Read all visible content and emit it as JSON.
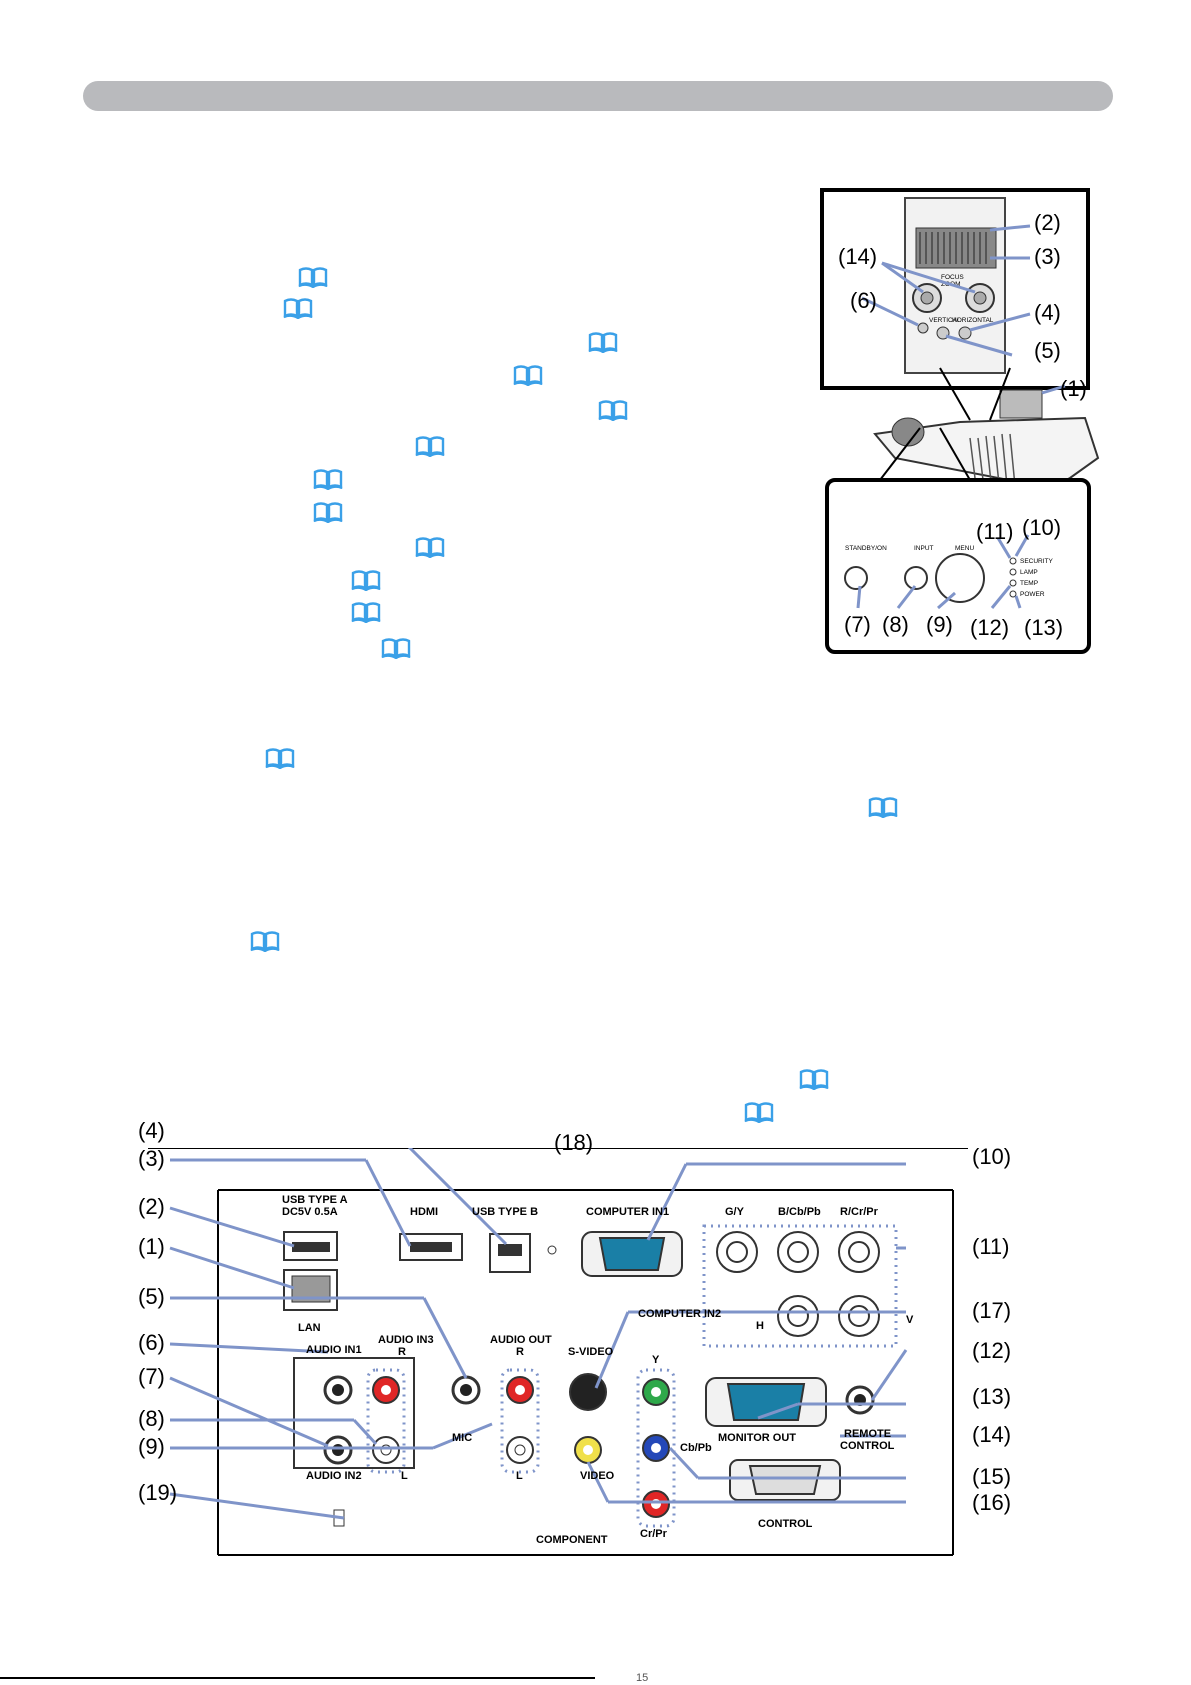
{
  "projector_callouts": [
    "(1)",
    "(2)",
    "(3)",
    "(4)",
    "(5)",
    "(6)",
    "(7)",
    "(8)",
    "(9)",
    "(10)",
    "(11)",
    "(12)",
    "(13)",
    "(14)"
  ],
  "control_panel": {
    "standby_on": "STANDBY/ON",
    "input": "INPUT",
    "menu": "MENU",
    "security": "SECURITY",
    "lamp": "LAMP",
    "temp": "TEMP",
    "power": "POWER",
    "focus": "FOCUS",
    "zoom": "ZOOM",
    "vertical": "VERTICAL",
    "horizontal": "HORIZONTAL"
  },
  "rear_panel": {
    "callouts": [
      "(1)",
      "(2)",
      "(3)",
      "(4)",
      "(5)",
      "(6)",
      "(7)",
      "(8)",
      "(9)",
      "(10)",
      "(11)",
      "(12)",
      "(13)",
      "(14)",
      "(15)",
      "(16)",
      "(17)",
      "(18)",
      "(19)"
    ],
    "labels": {
      "usb_type_a": "USB TYPE A",
      "dc5v": "DC5V 0.5A",
      "hdmi": "HDMI",
      "usb_type_b": "USB TYPE B",
      "computer_in1": "COMPUTER IN1",
      "gy": "G/Y",
      "bcbpb": "B/Cb/Pb",
      "rcrpr": "R/Cr/Pr",
      "lan": "LAN",
      "computer_in2": "COMPUTER IN2",
      "h": "H",
      "v": "V",
      "audio_in1": "AUDIO IN1",
      "audio_in3": "AUDIO IN3",
      "r": "R",
      "audio_out": "AUDIO OUT",
      "s_video": "S-VIDEO",
      "y": "Y",
      "mic": "MIC",
      "cbpb": "Cb/Pb",
      "monitor_out": "MONITOR OUT",
      "remote": "REMOTE",
      "control_word": "CONTROL",
      "audio_in2": "AUDIO IN2",
      "l": "L",
      "video": "VIDEO",
      "crpr": "Cr/Pr",
      "control": "CONTROL",
      "component": "COMPONENT"
    }
  },
  "footer": {
    "page_mark": "15"
  },
  "colors": {
    "accent_blue": "#4da6e6",
    "callout_line": "#7f94c9",
    "title_bar": "#b9babd"
  }
}
